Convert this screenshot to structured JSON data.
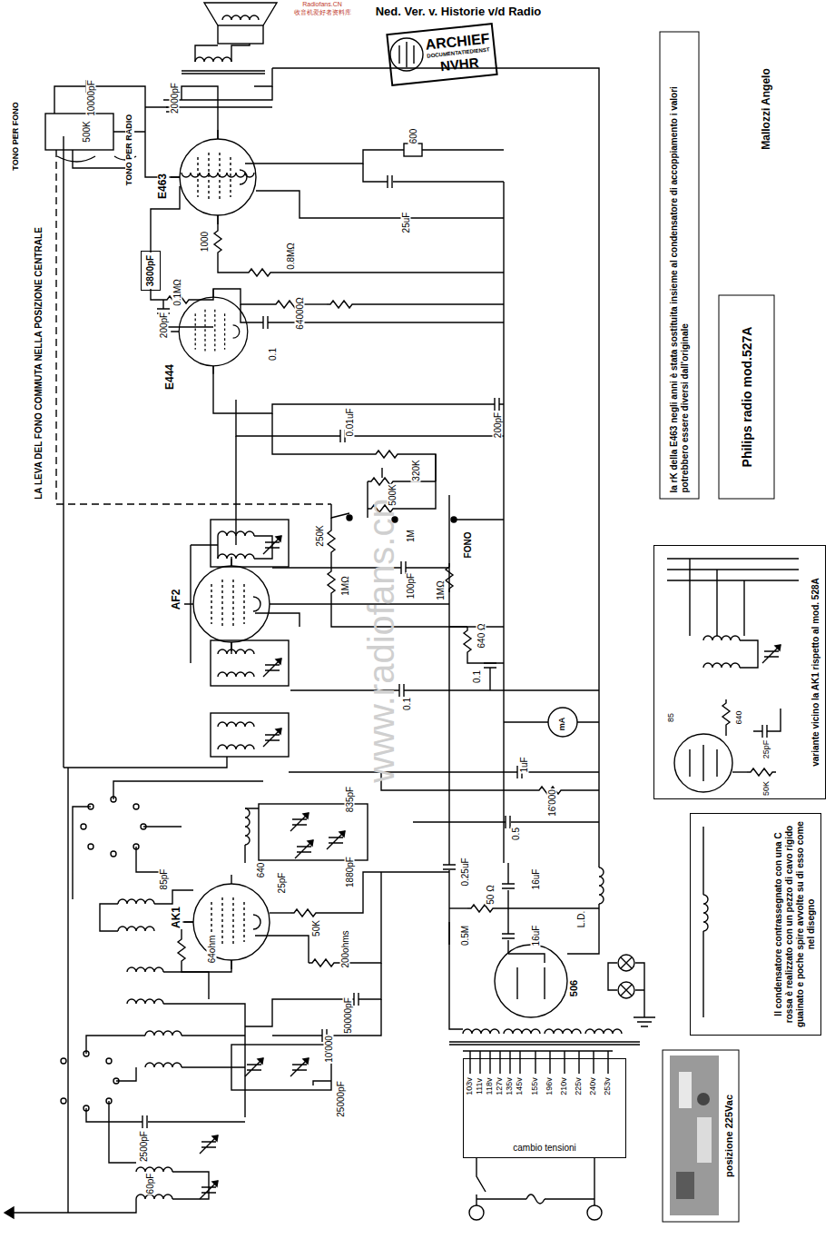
{
  "diagram": {
    "nodes": [
      {
        "text": [
          "ARCHIEF",
          "DOCUMENTATIEDIENST",
          "NVHR"
        ]
      },
      {
        "text": [
          "la rK della E463 negli anni è stata sostituita insieme al condensatore di accoppiamento i valori potrebbero essere diversi dall'originale"
        ]
      },
      {
        "text": [
          "Philips radio mod.527A"
        ]
      },
      {
        "text": [
          "variante vicino la AK1 rispetto al mod. 528A"
        ]
      },
      {
        "text": [
          "Il condensatore contrassegnato con una C rossa è realizzato con un pezzo di cavo rigido guainato e poche spire avvolte su di esso come nel disegno"
        ]
      },
      {
        "text": [
          "cambio tensioni"
        ]
      },
      {
        "text": [
          "posizione 225Vac"
        ]
      },
      {
        "text": [
          "3800pF"
        ]
      }
    ],
    "labels": [
      "Ned. Ver. v. Historie v/d Radio",
      "Radiofans.CN",
      "收音机爱好者资料库",
      "Mallozzi Angelo",
      "www.radiofans.cn",
      "10000pF",
      "500K",
      "TONO PER FONO",
      "TONO PER RADIO",
      "2000pF",
      "E463",
      "1000",
      "0.8MΩ",
      "600",
      "25uF",
      "0.1MΩ",
      "200pF",
      "64000Ω",
      "0.1",
      "E444",
      "0.01uF",
      "200pF",
      "320K",
      "500K",
      "1M",
      "FONO",
      "250K",
      "1MΩ",
      "100pF",
      "1MΩ",
      "AF2",
      "640 Ω",
      "0.1",
      "0.1",
      "mA",
      "1uF",
      "16'000",
      "835pF",
      "1880pF",
      "85pF",
      "640",
      "25pF",
      "AK1",
      "50K",
      "64ohm",
      "200ohms",
      "50000pF",
      "10'000",
      "25000pF",
      "2500pF",
      "60pF",
      "0.5",
      "0.25uF",
      "50 Ω",
      "0.5M",
      "16uF",
      "16uF",
      "L.D.",
      "506",
      "103v",
      "111v",
      "118v",
      "127v",
      "135v",
      "145v",
      "155v",
      "196v",
      "210v",
      "225v",
      "240v",
      "253v",
      "LA LEVA DEL FONO COMMUTA NELLA POSIZIONE CENTRALE",
      "85",
      "640",
      "25pF",
      "50K"
    ]
  }
}
